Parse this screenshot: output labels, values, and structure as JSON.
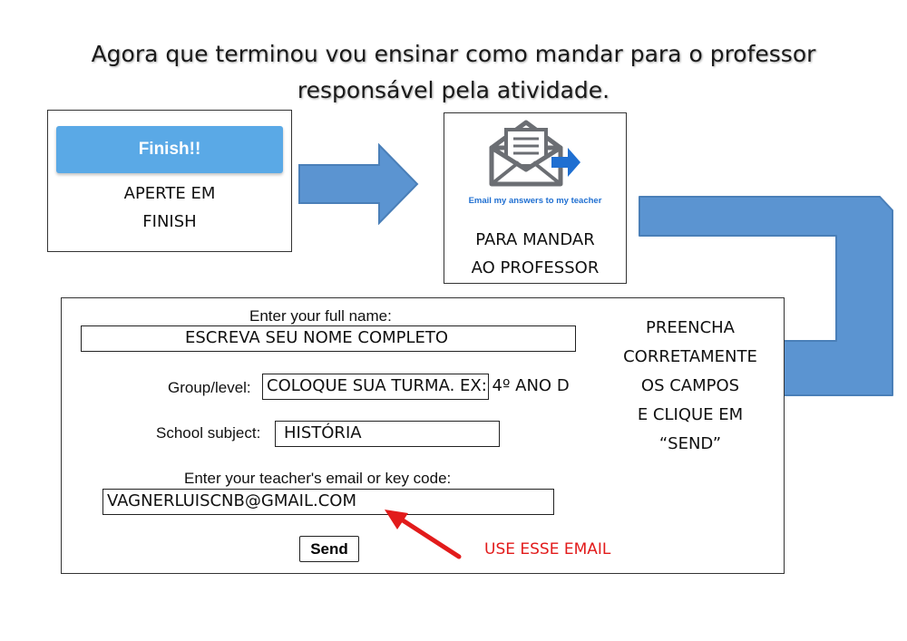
{
  "title": {
    "line1": "Agora que terminou vou ensinar como mandar para o professor",
    "line2": "responsável pela atividade."
  },
  "step1": {
    "button_label": "Finish!!",
    "caption_line1": "APERTE EM",
    "caption_line2": "FINISH"
  },
  "step2": {
    "icon_caption": "Email my answers to my teacher",
    "caption_line1": "PARA MANDAR",
    "caption_line2": "AO PROFESSOR"
  },
  "form": {
    "name_label": "Enter your full name:",
    "name_value": "ESCREVA SEU NOME COMPLETO",
    "group_label": "Group/level:",
    "group_value": "COLOQUE SUA TURMA. EX: 4º ANO D",
    "subject_label": "School subject:",
    "subject_value": "HISTÓRIA",
    "email_label": "Enter your teacher's email or key code:",
    "email_value": "VAGNERLUISCNB@GMAIL.COM",
    "send_label": "Send"
  },
  "instructions": {
    "line1": "PREENCHA",
    "line2": "CORRETAMENTE",
    "line3": "OS CAMPOS",
    "line4": "E CLIQUE EM",
    "line5": "“SEND”"
  },
  "annotation": {
    "use_email": "USE ESSE EMAIL"
  },
  "colors": {
    "arrow_blue": "#5b94d1",
    "button_blue": "#5aa9e6",
    "annotation_red": "#e21b1b",
    "envelope_gray": "#6b6e73",
    "envelope_arrow": "#1f6fd1"
  }
}
